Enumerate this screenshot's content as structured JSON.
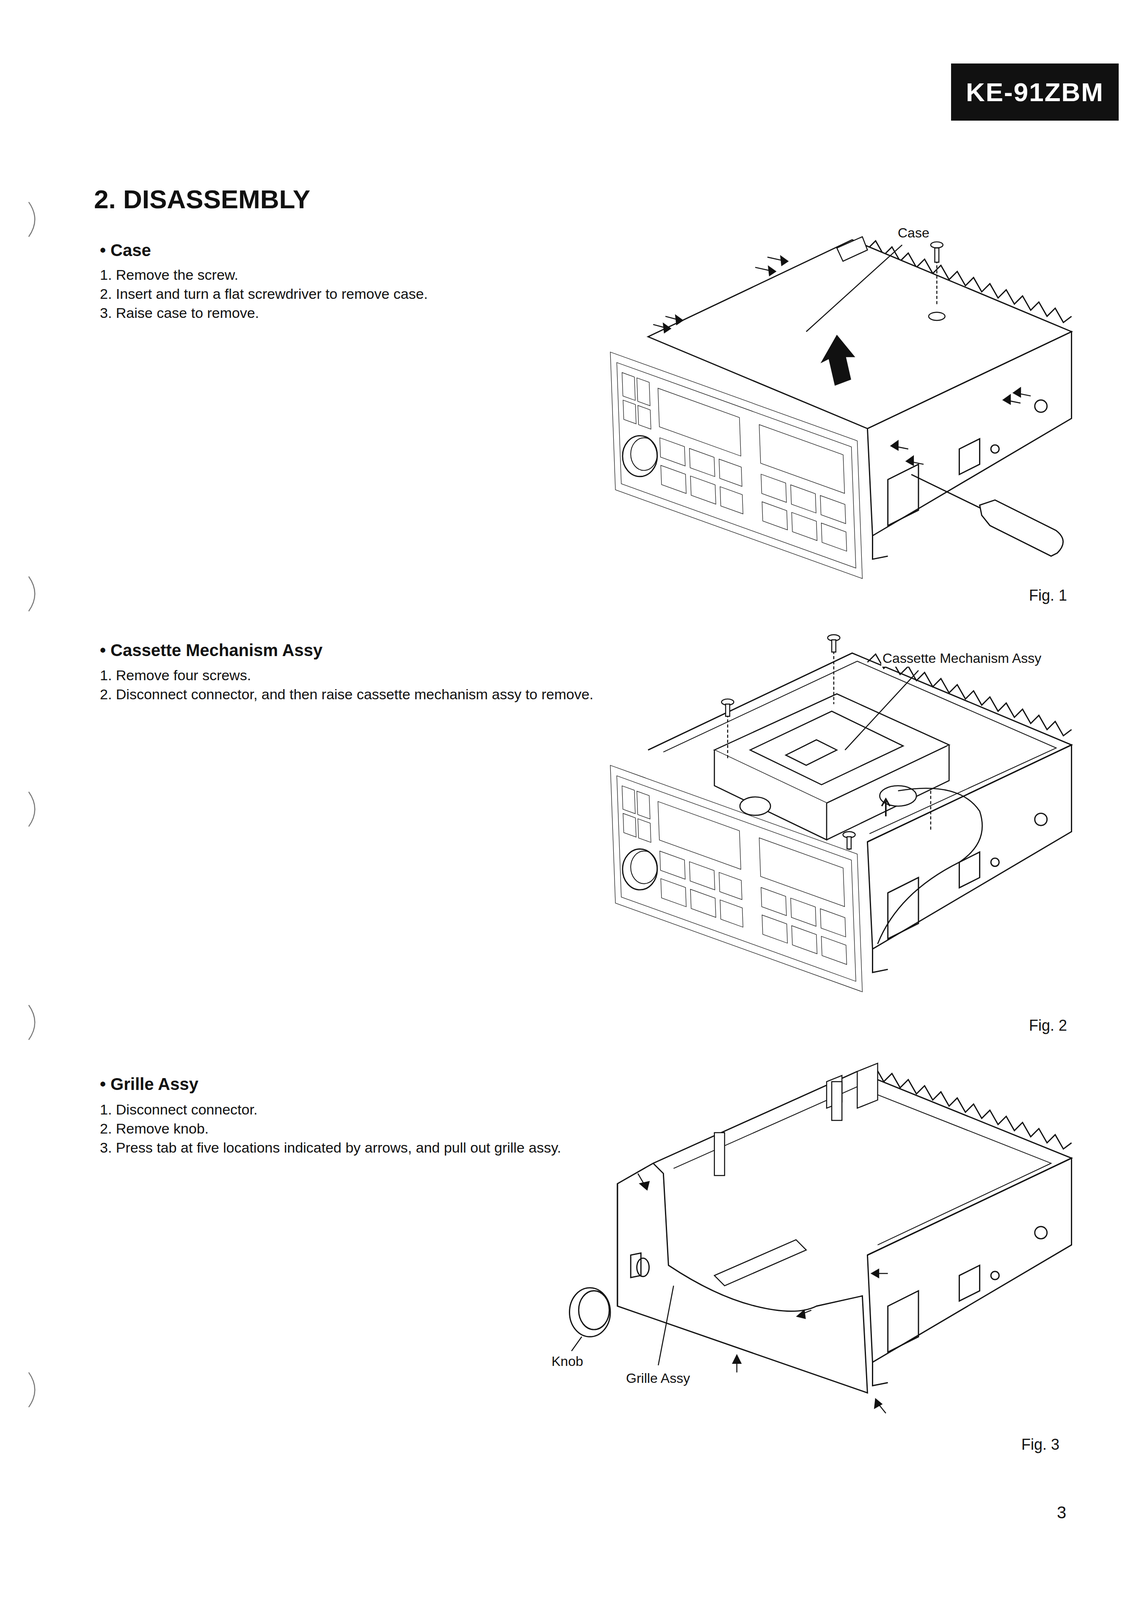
{
  "diagram": {
    "title": "2. DISASSEMBLY",
    "nodes": [
      {
        "text": [
          "KE-91ZBM"
        ]
      }
    ],
    "labels": [
      "• Case",
      "1. Remove the screw.",
      "2. Insert and turn a flat screwdriver to remove case.",
      "3. Raise case to remove.",
      "Case",
      "Fig. 1",
      "• Cassette Mechanism Assy",
      "1. Remove four screws.",
      "2. Disconnect connector, and then raise cassette mechanism assy to remove.",
      "Cassette Mechanism Assy",
      "Fig. 2",
      "• Grille Assy",
      "1. Disconnect connector.",
      "2. Remove knob.",
      "3. Press tab at five locations indicated by arrows, and pull out grille assy.",
      "Knob",
      "Grille Assy",
      "Fig. 3",
      "3"
    ]
  }
}
